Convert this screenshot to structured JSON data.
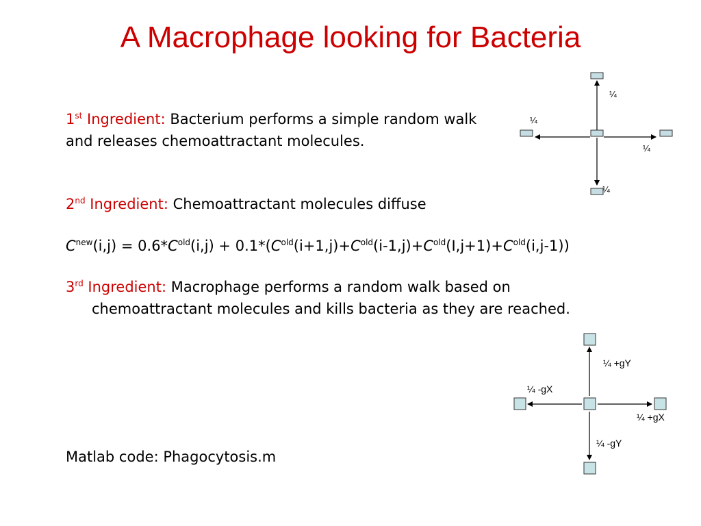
{
  "title": "A Macrophage looking for Bacteria",
  "ingredient1": {
    "num": "1",
    "sup": "st",
    "label": "Ingredient:",
    "text": "Bacterium performs a simple random walk",
    "line2": "and releases chemoattractant  molecules."
  },
  "ingredient2": {
    "num": "2",
    "sup": "nd",
    "label": "Ingredient:",
    "text": "Chemoattractant molecules diffuse"
  },
  "equation": {
    "c1": "C",
    "new": "new",
    "t1": "(i,j) = 0.6*",
    "c2": "C",
    "old1": "old",
    "t2": "(i,j) + 0.1*(",
    "c3": "C",
    "old2": "old",
    "t3": "(i+1,j)+",
    "c4": "C",
    "old3": "old",
    "t4": "(i-1,j)+",
    "c5": "C",
    "old4": "old",
    "t5": "(I,j+1)+",
    "c6": "C",
    "old5": "old",
    "t6": "(i,j-1))"
  },
  "ingredient3": {
    "num": "3",
    "sup": "rd",
    "label": "Ingredient:",
    "text": "Macrophage performs a random walk based on",
    "line2": "chemoattractant molecules and kills bacteria as they are reached."
  },
  "matlab": "Matlab code: Phagocytosis.m",
  "diagram1": {
    "up": "¼",
    "left": "¼",
    "right": "¼",
    "down": "¼",
    "cell_color": "#c5dde3"
  },
  "diagram2": {
    "up": "¼ +gY",
    "left": "¼ -gX",
    "right": "¼ +gX",
    "down": "¼ -gY",
    "cell_color": "#c8e3e6"
  }
}
